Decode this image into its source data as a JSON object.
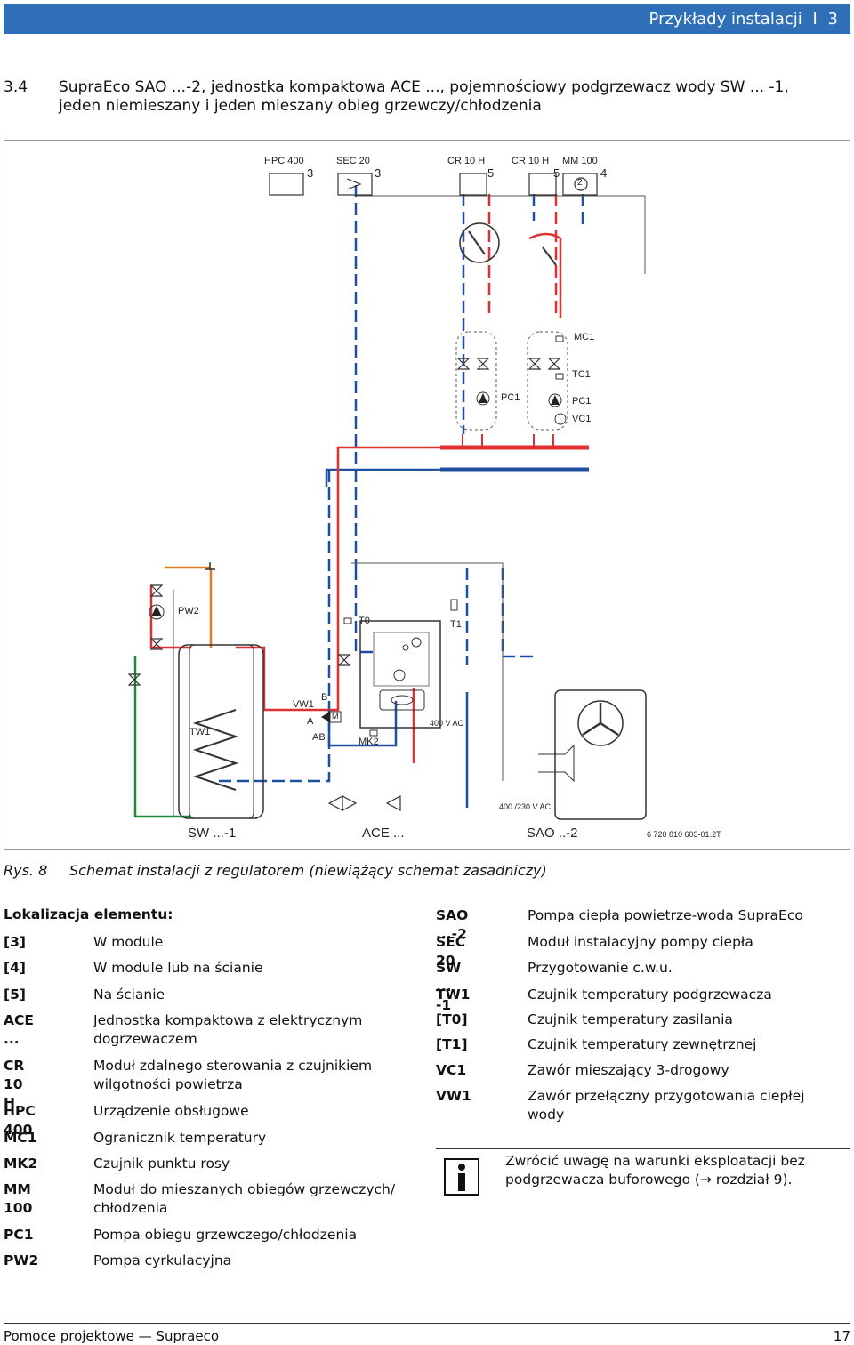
{
  "header": {
    "title": "Przykłady instalacji",
    "separator": "I",
    "chapter": "3"
  },
  "section": {
    "number": "3.4",
    "title_line1": "SupraEco SAO ...-2, jednostka kompaktowa ACE ..., pojemnościowy podgrzewacz wody SW ... -1,",
    "title_line2": "jeden niemieszany i jeden mieszany obieg grzewczy/chłodzenia"
  },
  "diagram": {
    "top_devices": [
      "HPC 400",
      "SEC 20",
      "CR 10 H",
      "CR 10 H",
      "MM 100"
    ],
    "top_numbers": [
      "3",
      "3",
      "5",
      "5",
      "4"
    ],
    "mm_circle_num": "2",
    "labels": {
      "mc1": "MC1",
      "tc1": "TC1",
      "pc1_left": "PC1",
      "pc1_right": "PC1",
      "vc1": "VC1",
      "pw2": "PW2",
      "t0": "T0",
      "t1": "T1",
      "vw1": "VW1",
      "b": "B",
      "a": "A",
      "ab": "AB",
      "m": "M",
      "mk2": "MK2",
      "tw1": "TW1",
      "v400": "400 V AC",
      "v400_230": "400 /230 V AC"
    },
    "bottom": {
      "sw": "SW ...-1",
      "ace": "ACE ...",
      "sao": "SAO ..-2",
      "code": "6 720 810 603-01.2T"
    }
  },
  "caption": {
    "fig": "Rys. 8",
    "text": "Schemat instalacji z regulatorem (niewiążący schemat zasadniczy)"
  },
  "legend": {
    "heading": "Lokalizacja elementu:",
    "left": [
      {
        "key": "[3]",
        "value": "W module"
      },
      {
        "key": "[4]",
        "value": "W module lub na ścianie"
      },
      {
        "key": "[5]",
        "value": "Na ścianie"
      },
      {
        "key": "ACE ...",
        "value": "Jednostka kompaktowa z elektrycznym",
        "value2": "dogrzewaczem"
      },
      {
        "key": "CR 10 H",
        "value": "Moduł zdalnego sterowania z czujnikiem",
        "value2": "wilgotności powietrza"
      },
      {
        "key": "HPC 400",
        "value": "Urządzenie obsługowe"
      },
      {
        "key": "MC1",
        "value": "Ogranicznik temperatury"
      },
      {
        "key": "MK2",
        "value": "Czujnik punktu rosy"
      },
      {
        "key": "MM 100",
        "value": "Moduł do mieszanych obiegów grzewczych/",
        "value2": "chłodzenia"
      },
      {
        "key": "PC1",
        "value": "Pompa obiegu grzewczego/chłodzenia"
      },
      {
        "key": "PW2",
        "value": "Pompa cyrkulacyjna"
      }
    ],
    "right": [
      {
        "key": "SAO ...-2",
        "value": "Pompa ciepła powietrze-woda SupraEco"
      },
      {
        "key": "SEC 20",
        "value": "Moduł instalacyjny pompy ciepła"
      },
      {
        "key": "SW ... -1",
        "value": "Przygotowanie c.w.u."
      },
      {
        "key": "TW1",
        "value": "Czujnik temperatury podgrzewacza"
      },
      {
        "key": "[T0]",
        "value": "Czujnik temperatury zasilania"
      },
      {
        "key": "[T1]",
        "value": "Czujnik temperatury zewnętrznej"
      },
      {
        "key": "VC1",
        "value": "Zawór mieszający 3-drogowy"
      },
      {
        "key": "VW1",
        "value": "Zawór przełączny przygotowania ciepłej",
        "value2": "wody"
      }
    ]
  },
  "info": {
    "line1": "Zwrócić uwagę na warunki eksploatacji bez",
    "line2": "podgrzewacza buforowego (→ rozdział 9)."
  },
  "footer": {
    "left": "Pomoce projektowe — Supraeco",
    "page": "17"
  },
  "colors": {
    "accent": "#2e6fb7",
    "supply": "#e03030",
    "return": "#1f4fa0",
    "dhw": "#1f8a3a",
    "circ": "#e07a20"
  }
}
